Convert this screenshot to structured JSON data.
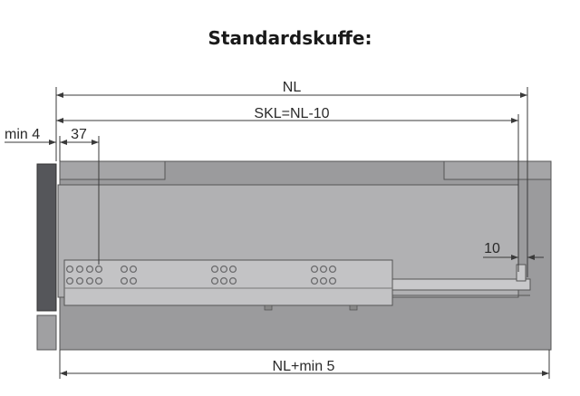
{
  "title": "Standardskuffe:",
  "dimensions": {
    "nl": "NL",
    "skl": "SKL=NL-10",
    "min4": "min 4",
    "d37": "37",
    "d10": "10",
    "nl_min5": "NL+min 5"
  },
  "colors": {
    "cabinet": "#9b9b9d",
    "drawer_box": "#b1b1b3",
    "front_panel": "#55565a",
    "rail": "#c9c9cb",
    "holes": "#6a6a6c",
    "line": "#3a3a3a"
  }
}
